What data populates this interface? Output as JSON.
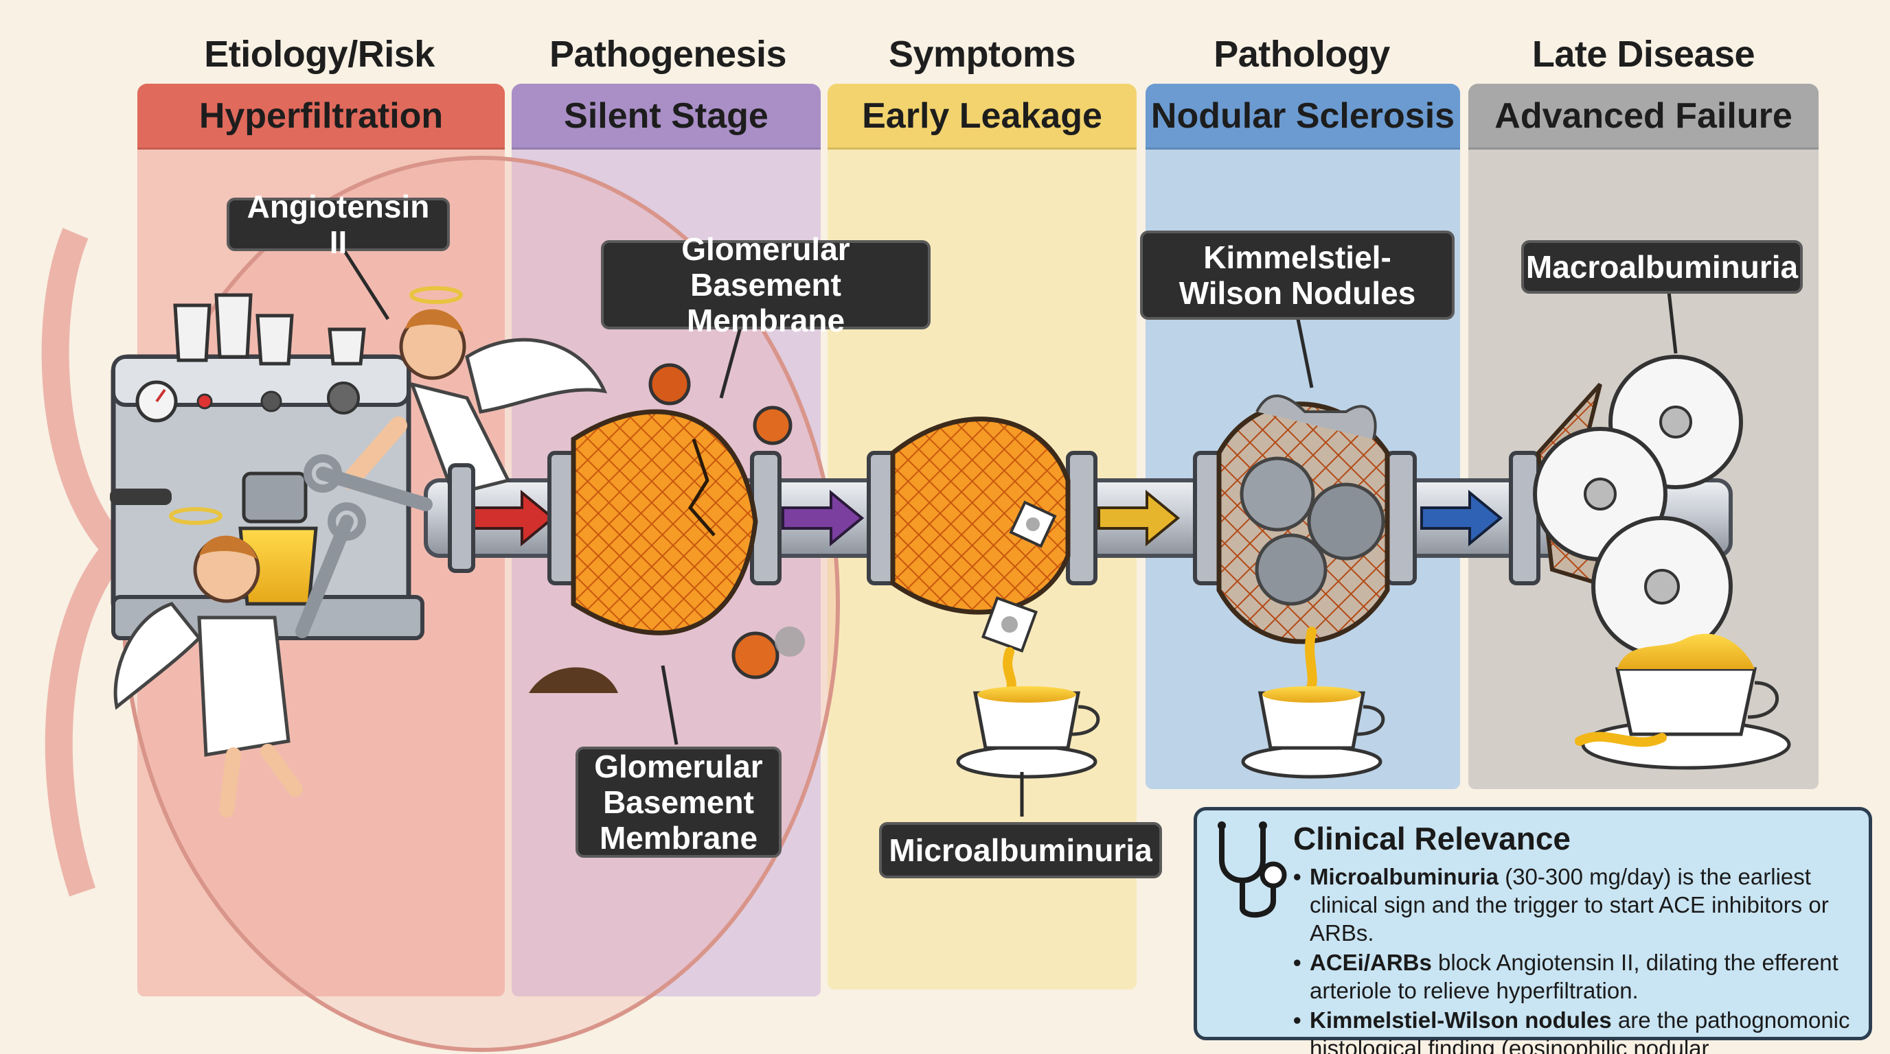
{
  "stages": [
    {
      "heading": "Etiology/Risk",
      "band": "Hyperfiltration"
    },
    {
      "heading": "Pathogenesis",
      "band": "Silent Stage"
    },
    {
      "heading": "Symptoms",
      "band": "Early Leakage"
    },
    {
      "heading": "Pathology",
      "band": "Nodular Sclerosis"
    },
    {
      "heading": "Late Disease",
      "band": "Advanced Failure"
    }
  ],
  "colors": {
    "hyperfiltration": "#e06a5c",
    "silent": "#a98fc6",
    "leakage": "#f2d36e",
    "sclerosis": "#6b9bd1",
    "failure": "#a8a8a8"
  },
  "labels": {
    "angiotensin": "Angiotensin II",
    "gbm_top": "Glomerular Basement Membrane",
    "gbm_bottom": "Glomerular Basement Membrane",
    "kw_nodules": "Kimmelstiel-Wilson Nodules",
    "macro": "Macroalbuminuria",
    "micro": "Microalbuminuria"
  },
  "clinical": {
    "title": "Clinical Relevance",
    "icon": "stethoscope-icon",
    "items": [
      {
        "bold": "Microalbuminuria",
        "text": " (30-300 mg/day) is the earliest clinical sign and the trigger to start ACE inhibitors or ARBs."
      },
      {
        "bold": "ACEi/ARBs",
        "text": " block Angiotensin II, dilating the efferent arteriole to relieve hyperfiltration."
      },
      {
        "bold": "Kimmelstiel-Wilson nodules",
        "text": " are the pathognomonic histological finding (eosinophilic nodular glomerulosclerosis)."
      }
    ]
  }
}
